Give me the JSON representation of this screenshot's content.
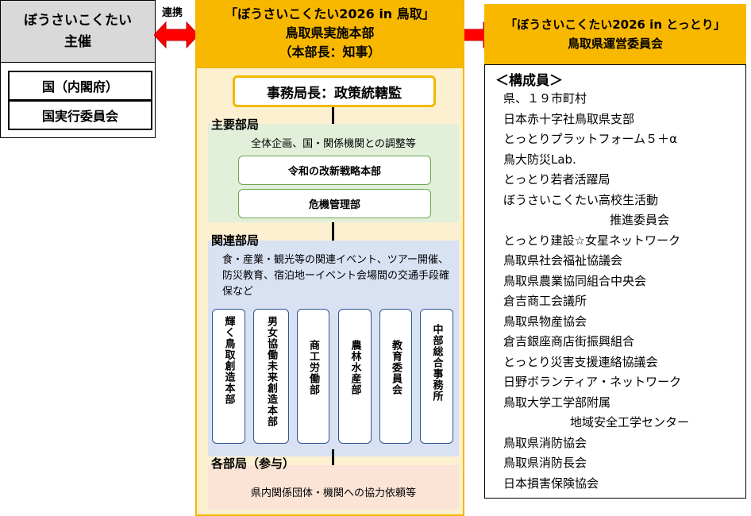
{
  "organizer": {
    "title_line1": "ぼうさいこくたい",
    "title_line2": "主催",
    "bodies": [
      "国（内閣府）",
      "国実行委員会"
    ]
  },
  "liaison_label": "連携",
  "hq": {
    "title_line1": "「ぼうさいこくたい2026 in 鳥取」",
    "title_line2": "鳥取県実施本部",
    "title_line3": "（本部長：知事）",
    "secretary_general": "事務局長：政策統轄監",
    "main_dept": {
      "title": "主要部局",
      "description": "全体企画、国・関係機関との調整等",
      "units": [
        "令和の改新戦略本部",
        "危機管理部"
      ]
    },
    "related_dept": {
      "title": "関連部局",
      "description": "食・産業・観光等の関連イベント、ツアー開催、防災教育、宿泊地ーイベント会場間の交通手段確保など",
      "units": [
        "輝く鳥取創造本部",
        "男女協働未来創造本部",
        "商工労働部",
        "農林水産部",
        "教育委員会",
        "中部総合事務所"
      ]
    },
    "all_depts": {
      "title": "各部局（参与）",
      "description": "県内関係団体・機関への協力依頼等"
    }
  },
  "committee": {
    "title_line1": "「ぼうさいこくたい2026 in とっとり」",
    "title_line2": "鳥取県運営委員会",
    "members_heading": "＜構成員＞",
    "members": [
      "県、１９市町村",
      "日本赤十字社鳥取県支部",
      "とっとりプラットフォーム５＋α",
      "鳥大防災Lab.",
      "とっとり若者活躍局",
      "ぼうさいこくたい高校生活動",
      "推進委員会",
      "とっとり建設☆女星ネットワーク",
      "鳥取県社会福祉協議会",
      "鳥取県農業協同組合中央会",
      "倉吉商工会議所",
      "鳥取県物産協会",
      "倉吉銀座商店街振興組合",
      "とっとり災害支援連絡協議会",
      "日野ボランティア・ネットワーク",
      "鳥取大学工学部附属",
      "地域安全工学センター",
      "鳥取県消防協会",
      "鳥取県消防長会",
      "日本損害保険協会"
    ]
  },
  "colors": {
    "hq_yellow": "#f9b800",
    "hq_panel": "#fdf0d0",
    "arrow_red": "#ff0000",
    "main_green": "#e2efd9",
    "related_blue": "#d9e2f3",
    "all_pink": "#fbe3d6",
    "organizer_gray": "#d9d9d9"
  }
}
